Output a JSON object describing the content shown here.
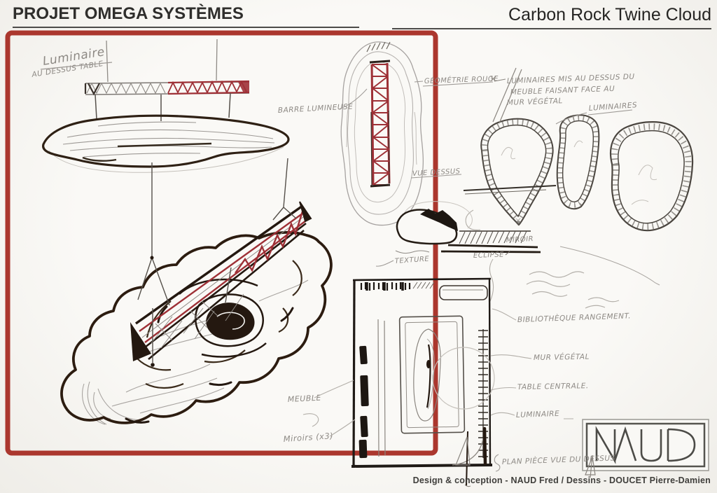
{
  "header": {
    "project_title": "PROJET OMEGA SYSTÈMES",
    "concept_title": "Carbon Rock Twine Cloud"
  },
  "annotations": {
    "luminaire_line1": "Luminaire",
    "luminaire_line2": "AU DESSUS TABLE",
    "barre_lumineuse": "BARRE LUMINEUSE",
    "geometrie_rouge": "GÉOMÉTRIE ROUGE",
    "note_line1": "LUMINAIRES MIS AU DESSUS DU",
    "note_line2": "MEUBLE FAISANT FACE AU",
    "note_line3": "MUR VÉGÉTAL",
    "luminaires": "LUMINAIRES",
    "vue_dessus": "VUE DESSUS",
    "texture": "TEXTURE",
    "miroir": "MIROIR",
    "eclipse": "ECLIPSE",
    "bibliotheque": "BIBLIOTHÈQUE RANGEMENT.",
    "mur_vegetal": "MUR VÉGÉTAL",
    "table_centrale": "TABLE CENTRALE.",
    "luminaire_plan": "LUMINAIRE",
    "meuble": "MEUBLE",
    "miroirs_x3": "Miroirs (x3)",
    "plan_piece": "PLAN PIÈCE VUE DU DESSUS"
  },
  "logo": {
    "name": "NAUD"
  },
  "footer": {
    "credits": "Design & conception - NAUD Fred  /  Dessins - DOUCET Pierre-Damien"
  },
  "colors": {
    "frame_red": "#ab372e",
    "sketch_red": "#9e3036",
    "ink": "#2a1d12",
    "pencil": "#8d8984",
    "paper": "#f8f7f4"
  }
}
